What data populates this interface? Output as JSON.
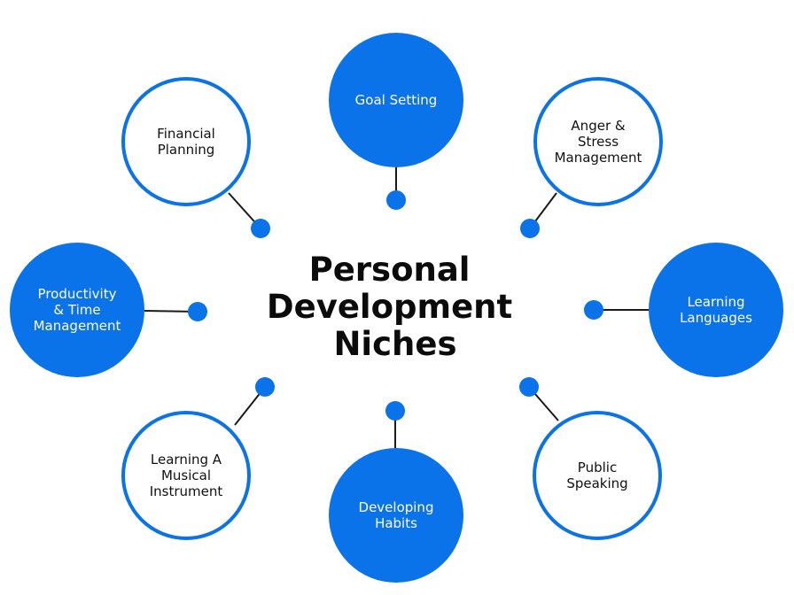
{
  "title": {
    "lines": [
      "Personal",
      "Development",
      "Niches"
    ]
  },
  "colors": {
    "accent": "#0a73ea",
    "connector": "#1a1a1a",
    "outline_fill": "#ffffff",
    "title": "#0b0b0b"
  },
  "nodes": [
    {
      "id": "goal-setting",
      "lines": [
        "Goal Setting"
      ],
      "style": "filled"
    },
    {
      "id": "anger-stress-management",
      "lines": [
        "Anger &",
        "Stress",
        "Management"
      ],
      "style": "outline"
    },
    {
      "id": "learning-languages",
      "lines": [
        "Learning",
        "Languages"
      ],
      "style": "filled"
    },
    {
      "id": "public-speaking",
      "lines": [
        "Public",
        "Speaking"
      ],
      "style": "outline"
    },
    {
      "id": "developing-habits",
      "lines": [
        "Developing",
        "Habits"
      ],
      "style": "filled"
    },
    {
      "id": "learning-musical-instrument",
      "lines": [
        "Learning A",
        "Musical",
        "Instrument"
      ],
      "style": "outline"
    },
    {
      "id": "productivity-time-management",
      "lines": [
        "Productivity",
        "& Time",
        "Management"
      ],
      "style": "filled"
    },
    {
      "id": "financial-planning",
      "lines": [
        "Financial",
        "Planning"
      ],
      "style": "outline"
    }
  ]
}
